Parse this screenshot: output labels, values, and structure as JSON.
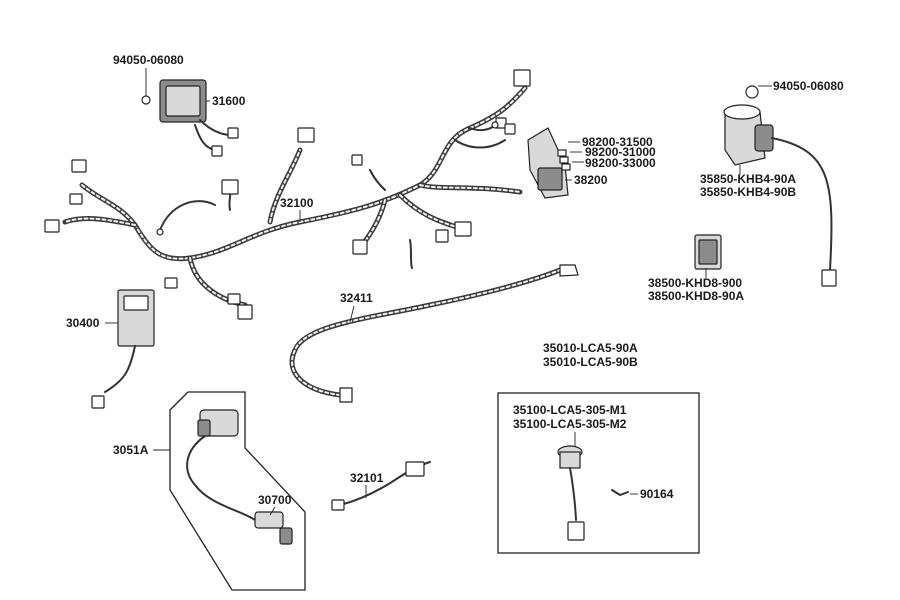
{
  "labels": {
    "bolt_31600": "94050-06080",
    "regulator": "31600",
    "harness": "32100",
    "relays": [
      "98200-31500",
      "98200-31000",
      "98200-33000"
    ],
    "fuse_box": "38200",
    "bolt_35850": "94050-06080",
    "ignition_switch": [
      "35850-KHB4-90A",
      "35850-KHB4-90B"
    ],
    "flasher": [
      "38500-KHD8-900",
      "38500-KHD8-90A"
    ],
    "cdi": "30400",
    "ground_cable": "32411",
    "coil_set": "3051A",
    "coil": "30700",
    "sub_harness": "32101",
    "switch_set": [
      "35010-LCA5-90A",
      "35010-LCA5-90B"
    ],
    "switch": [
      "35100-LCA5-305-M1",
      "35100-LCA5-305-M2"
    ],
    "clip": "90164"
  }
}
